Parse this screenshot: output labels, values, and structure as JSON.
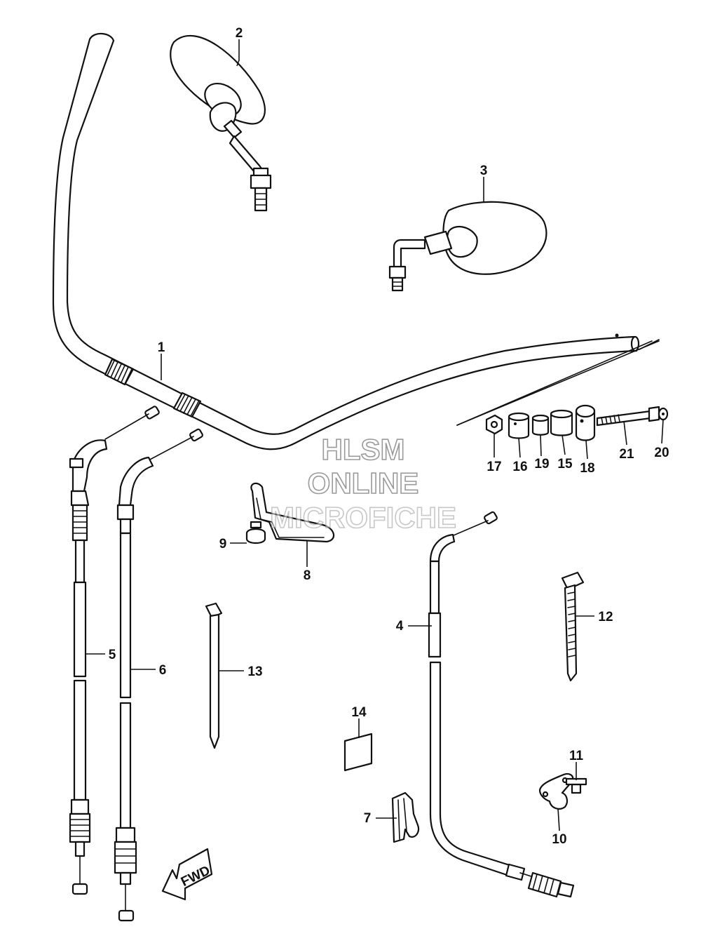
{
  "watermark": {
    "line1": "HLSM",
    "line2": "ONLINE",
    "line3": "MICROFICHE"
  },
  "fwd_label": "FWD",
  "callouts": {
    "c1": "1",
    "c2": "2",
    "c3": "3",
    "c4": "4",
    "c5": "5",
    "c6": "6",
    "c7": "7",
    "c8": "8",
    "c9": "9",
    "c10": "10",
    "c11": "11",
    "c12": "12",
    "c13": "13",
    "c14": "14",
    "c15": "15",
    "c16": "16",
    "c17": "17",
    "c18": "18",
    "c19": "19",
    "c20": "20",
    "c21": "21"
  }
}
